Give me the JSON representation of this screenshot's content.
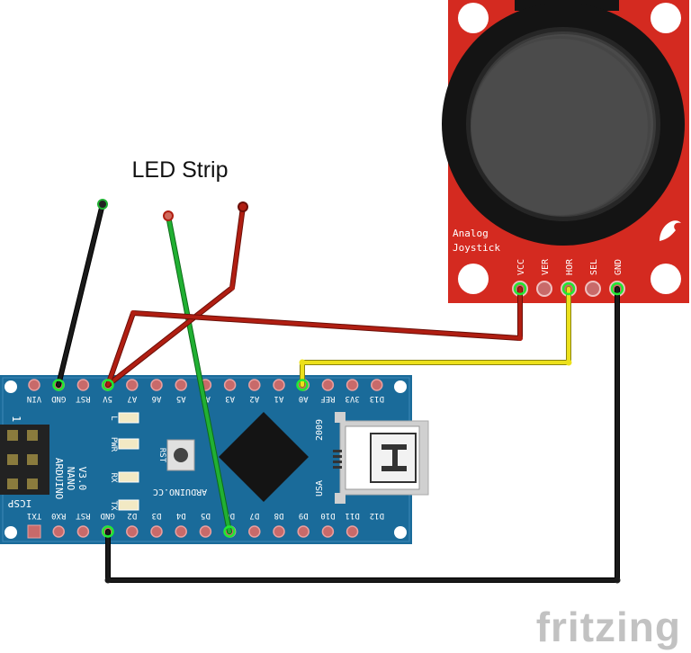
{
  "title": "LED Strip",
  "watermark": "fritzing",
  "arduino": {
    "top_pins": [
      "D12",
      "D11",
      "D10",
      "D9",
      "D8",
      "D7",
      "D6",
      "D5",
      "D4",
      "D3",
      "D2",
      "GND",
      "RST",
      "RX0",
      "TX1"
    ],
    "bottom_pins": [
      "VIN",
      "GND",
      "RST",
      "5V",
      "A7",
      "A6",
      "A5",
      "A4",
      "A3",
      "A2",
      "A1",
      "A0",
      "REF",
      "3V3",
      "D13"
    ],
    "board_text": [
      "ARDUINO",
      "NANO",
      "V3.0"
    ],
    "leds": [
      "L",
      "PWR",
      "RX",
      "TX"
    ],
    "icsp": "ICSP",
    "icsp_num": "1",
    "rst": "RST",
    "brand": "ARDUINO.CC",
    "year": "2009",
    "country": "USA"
  },
  "joystick": {
    "label_line1": "Analog",
    "label_line2": "Joystick",
    "pins": [
      "VCC",
      "VER",
      "HOR",
      "SEL",
      "GND"
    ]
  },
  "colors": {
    "board_blue": "#1a6b9a",
    "joystick_red": "#d42a20",
    "wire_red": "#b01e12",
    "wire_yellow": "#ece01b",
    "wire_green": "#21b033",
    "wire_black": "#1a1a1a"
  }
}
